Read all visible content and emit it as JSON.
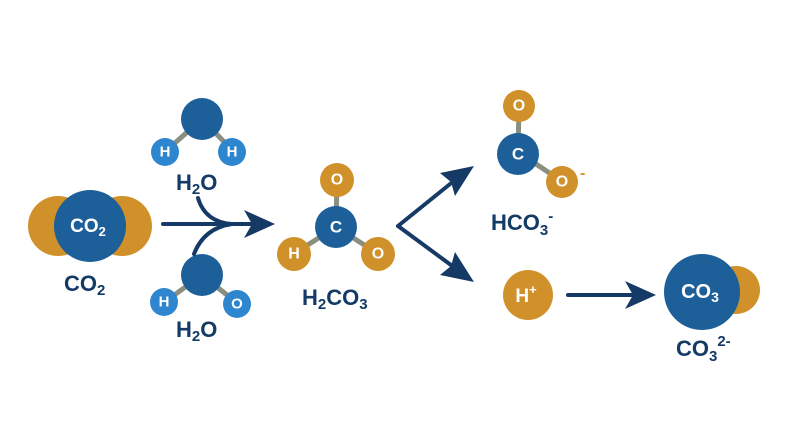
{
  "colors": {
    "blue": "#1d5f98",
    "light_blue": "#2e86cf",
    "orange": "#d1912a",
    "dark_navy": "#163a66",
    "bond": "#8a8f80"
  },
  "co2": {
    "center_label": "CO",
    "center_sub": "2",
    "caption_main": "CO",
    "caption_sub": "2"
  },
  "water_top": {
    "h_left": "H",
    "h_right": "H",
    "caption_h": "H",
    "caption_sub": "2",
    "caption_o": "O"
  },
  "water_bottom": {
    "h": "H",
    "o": "O",
    "caption_h": "H",
    "caption_sub": "2",
    "caption_o": "O"
  },
  "carbonic_acid": {
    "o_top": "O",
    "c": "C",
    "h": "H",
    "o_right": "O",
    "caption_h": "H",
    "caption_sub1": "2",
    "caption_co": "CO",
    "caption_sub2": "3"
  },
  "bicarbonate": {
    "o_top": "O",
    "c": "C",
    "o_right": "O",
    "charge": "-",
    "caption_main": "HCO",
    "caption_sub": "3",
    "caption_sup": "-"
  },
  "proton": {
    "label": "H",
    "sup": "+"
  },
  "carbonate": {
    "center_label": "CO",
    "center_sub": "3",
    "caption_main": "CO",
    "caption_sub": "3",
    "caption_sup": "2-"
  }
}
